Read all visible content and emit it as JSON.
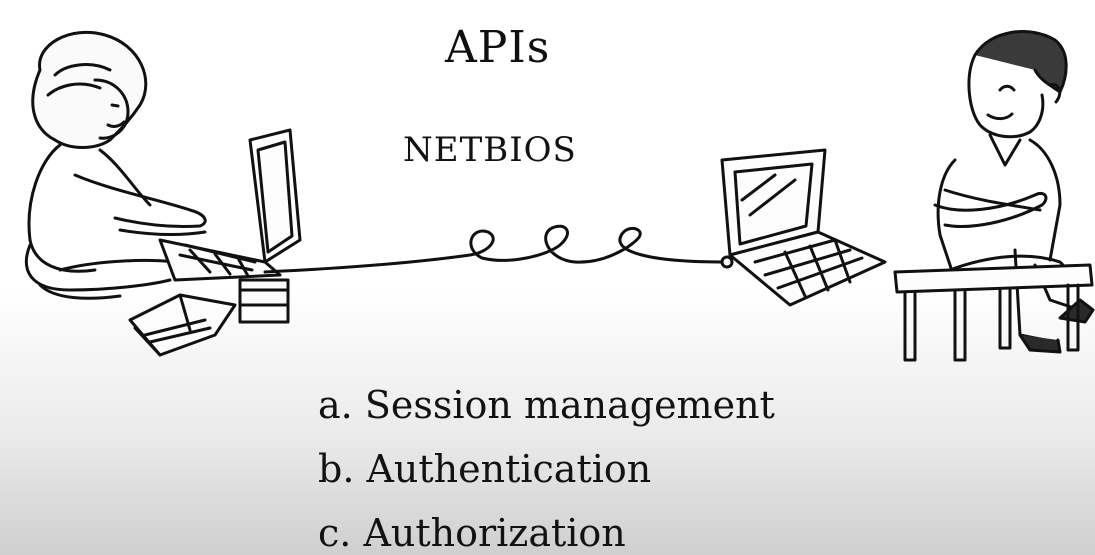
{
  "title": "APIs",
  "subtitle": "NETBIOS",
  "items": [
    "a. Session management",
    "b. Authentication",
    "c. Authorization"
  ],
  "illustrations": {
    "left_figure": "woman-typing-on-laptop-illustration",
    "cable": "coiled-network-cable-illustration",
    "right_laptop": "open-laptop-illustration",
    "right_figure": "man-sitting-on-bench-illustration"
  },
  "colors": {
    "ink": "#111111",
    "background_top": "#ffffff",
    "background_bottom": "#cfcfcf"
  }
}
